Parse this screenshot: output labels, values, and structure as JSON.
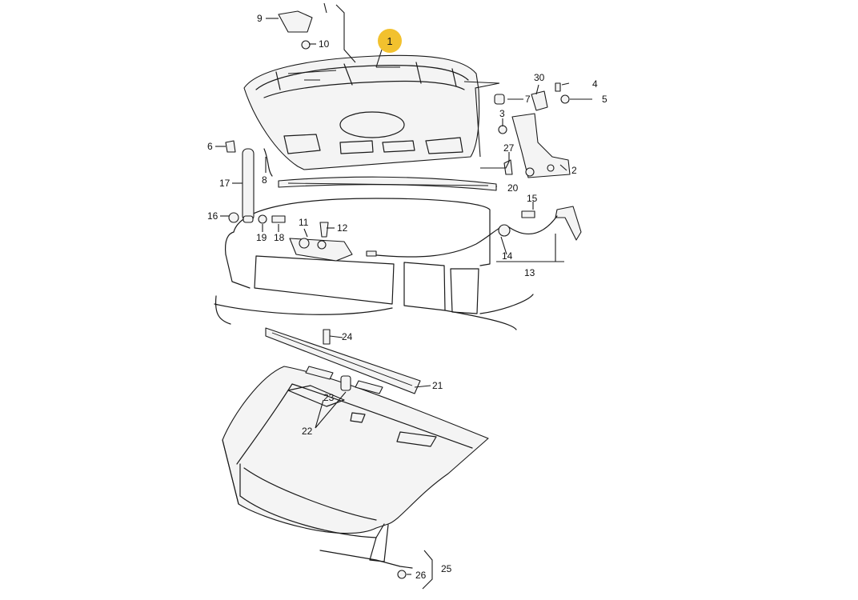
{
  "diagram": {
    "highlight_color": "#f2c12e",
    "line_color": "#1a1a1a",
    "callouts": [
      {
        "id": "c1",
        "label": "1"
      },
      {
        "id": "c2",
        "label": "2"
      },
      {
        "id": "c3",
        "label": "3"
      },
      {
        "id": "c4",
        "label": "4"
      },
      {
        "id": "c5",
        "label": "5"
      },
      {
        "id": "c6",
        "label": "6"
      },
      {
        "id": "c7",
        "label": "7"
      },
      {
        "id": "c8",
        "label": "8"
      },
      {
        "id": "c9",
        "label": "9"
      },
      {
        "id": "c10",
        "label": "10"
      },
      {
        "id": "c11",
        "label": "11"
      },
      {
        "id": "c12",
        "label": "12"
      },
      {
        "id": "c13",
        "label": "13"
      },
      {
        "id": "c14",
        "label": "14"
      },
      {
        "id": "c15",
        "label": "15"
      },
      {
        "id": "c16",
        "label": "16"
      },
      {
        "id": "c17",
        "label": "17"
      },
      {
        "id": "c18",
        "label": "18"
      },
      {
        "id": "c19",
        "label": "19"
      },
      {
        "id": "c20",
        "label": "20"
      },
      {
        "id": "c21",
        "label": "21"
      },
      {
        "id": "c22",
        "label": "22"
      },
      {
        "id": "c23",
        "label": "23"
      },
      {
        "id": "c24",
        "label": "24"
      },
      {
        "id": "c25",
        "label": "25"
      },
      {
        "id": "c26",
        "label": "26"
      },
      {
        "id": "c27",
        "label": "27"
      },
      {
        "id": "c30",
        "label": "30"
      }
    ]
  }
}
